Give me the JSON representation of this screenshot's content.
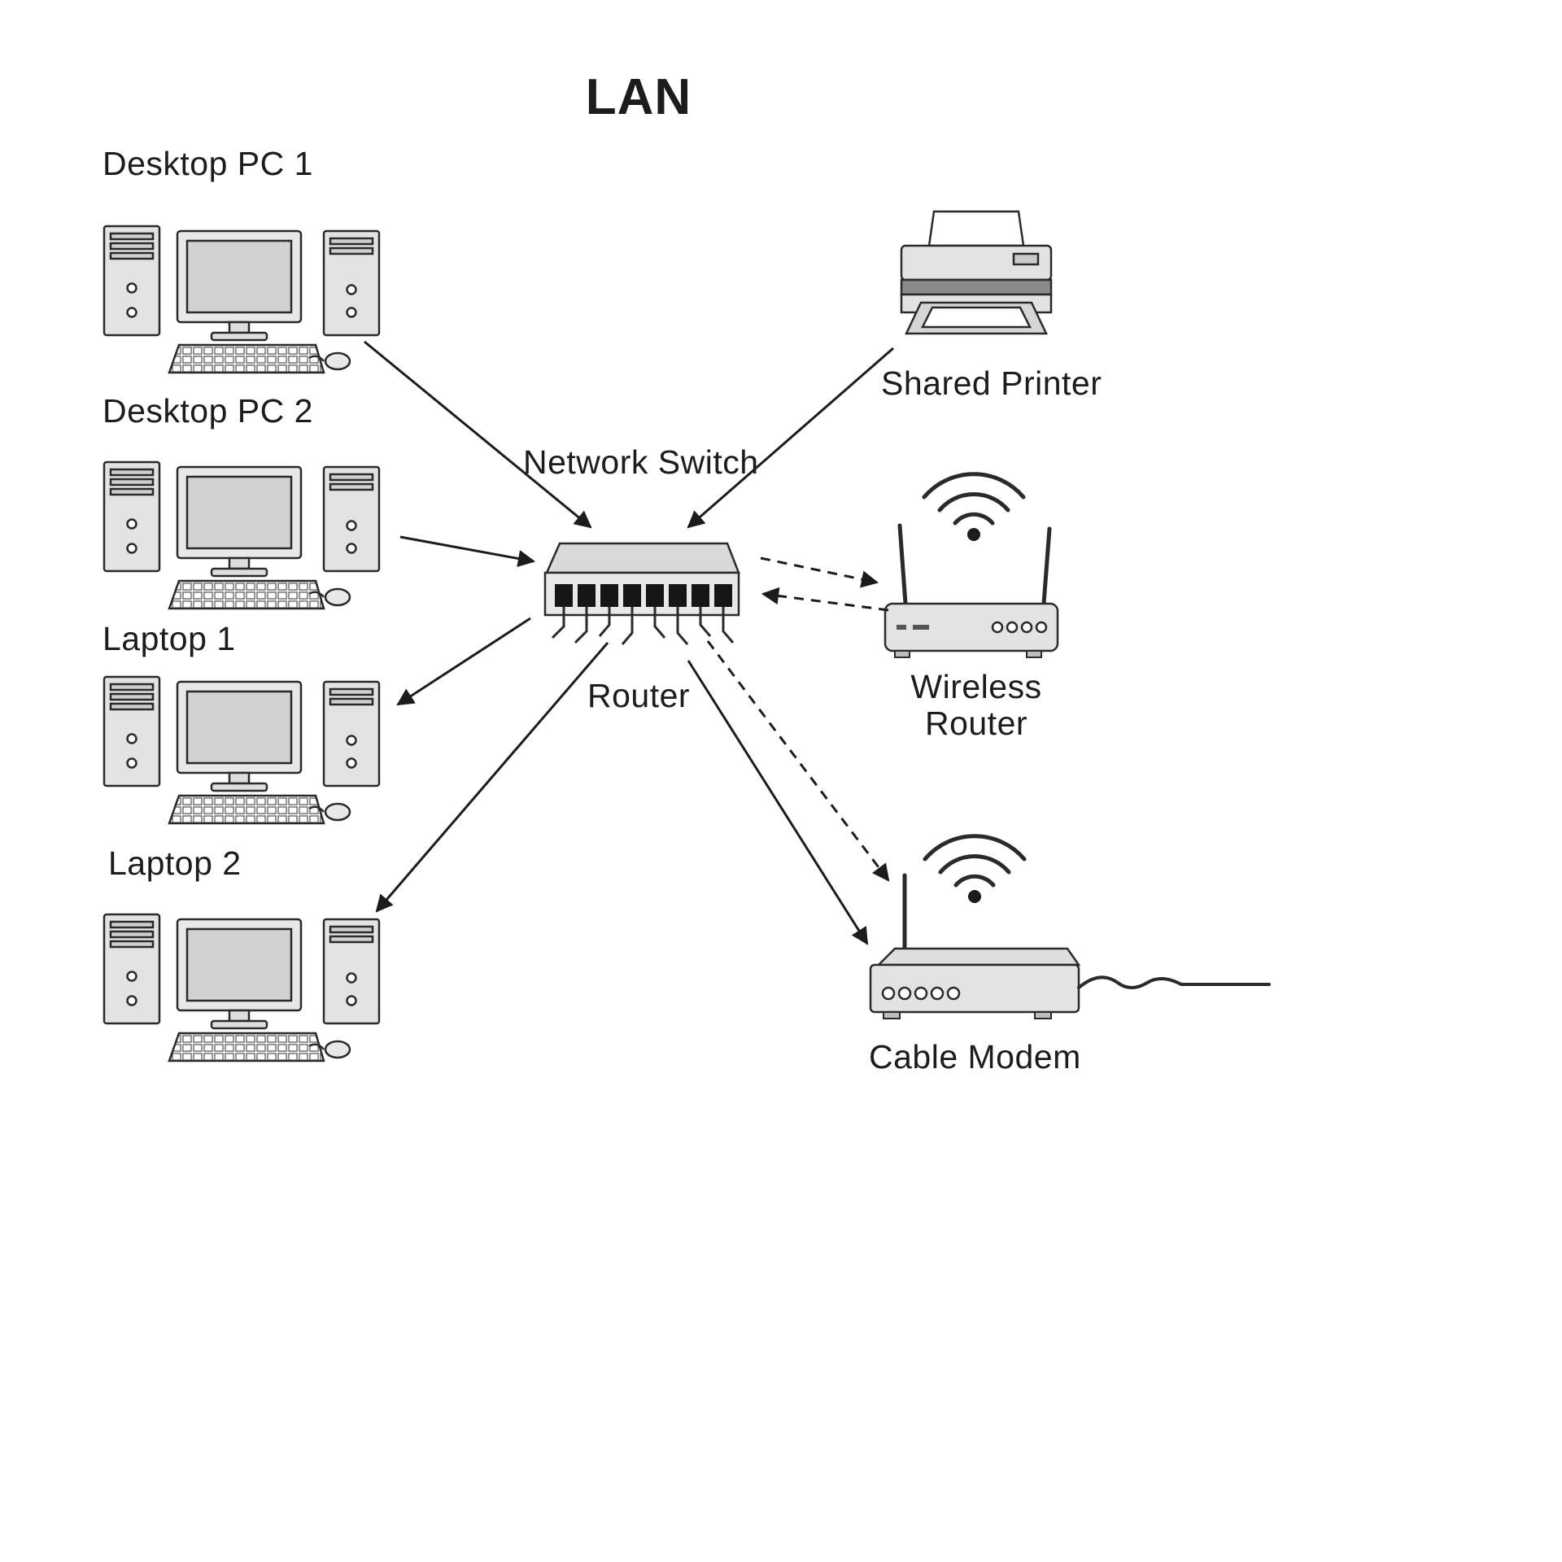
{
  "title": "LAN",
  "nodes": {
    "desktop_pc_1": {
      "label": "Desktop PC 1",
      "icon": "desktop-computer-icon"
    },
    "desktop_pc_2": {
      "label": "Desktop PC 2",
      "icon": "desktop-computer-icon"
    },
    "laptop_1": {
      "label": "Laptop 1",
      "icon": "desktop-computer-icon"
    },
    "laptop_2": {
      "label": "Laptop 2",
      "icon": "desktop-computer-icon"
    },
    "network_switch": {
      "label": "Network Switch",
      "icon": "network-switch-icon"
    },
    "router": {
      "label": "Router",
      "icon": "router-label"
    },
    "shared_printer": {
      "label": "Shared Printer",
      "icon": "printer-icon"
    },
    "wireless_router": {
      "label": "Wireless Router",
      "icon": "wireless-router-icon"
    },
    "cable_modem": {
      "label": "Cable Modem",
      "icon": "cable-modem-icon"
    }
  },
  "connections": [
    {
      "from": "Desktop PC 1",
      "to": "Network Switch",
      "style": "solid-arrow"
    },
    {
      "from": "Desktop PC 2",
      "to": "Network Switch",
      "style": "solid-arrow"
    },
    {
      "from": "Network Switch",
      "to": "Laptop 1",
      "style": "solid-arrow"
    },
    {
      "from": "Network Switch",
      "to": "Laptop 2",
      "style": "solid-arrow"
    },
    {
      "from": "Shared Printer",
      "to": "Network Switch",
      "style": "solid-arrow"
    },
    {
      "from": "Network Switch",
      "to": "Wireless Router",
      "style": "dashed-bidirectional"
    },
    {
      "from": "Network Switch",
      "to": "Cable Modem",
      "style": "dashed-arrow"
    },
    {
      "from": "Network Switch",
      "to": "Cable Modem",
      "style": "solid-arrow"
    }
  ],
  "colors": {
    "line": "#1c1c1c",
    "device_fill": "#e3e3e3",
    "screen_fill": "#d2d2d2",
    "port_fill": "#161616",
    "background": "#ffffff"
  }
}
